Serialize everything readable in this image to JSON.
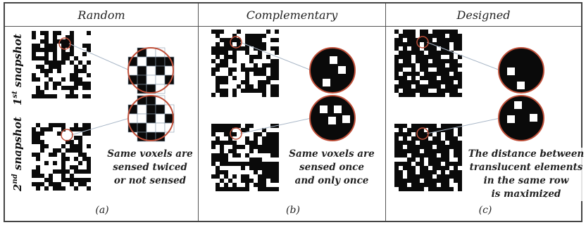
{
  "columns": [
    {
      "header": "Random",
      "caption": "(a)",
      "note": [
        "Same voxels are",
        "sensed twiced",
        "or not sensed"
      ]
    },
    {
      "header": "Complementary",
      "caption": "(b)",
      "note": [
        "Same voxels are",
        "sensed once",
        "and only once"
      ]
    },
    {
      "header": "Designed",
      "caption": "(c)",
      "note": [
        "The distance between",
        "translucent elements",
        "in the same row",
        "is maximized"
      ]
    }
  ],
  "rows": [
    {
      "ordinal": "1",
      "suffix": "st",
      "word": "snapshot"
    },
    {
      "ordinal": "2",
      "suffix": "nd",
      "word": "snapshot"
    }
  ],
  "colors": {
    "highlight": "#c0503a",
    "line": "#aab8c8",
    "dark": "#0a0a0a",
    "light": "#ffffff"
  }
}
